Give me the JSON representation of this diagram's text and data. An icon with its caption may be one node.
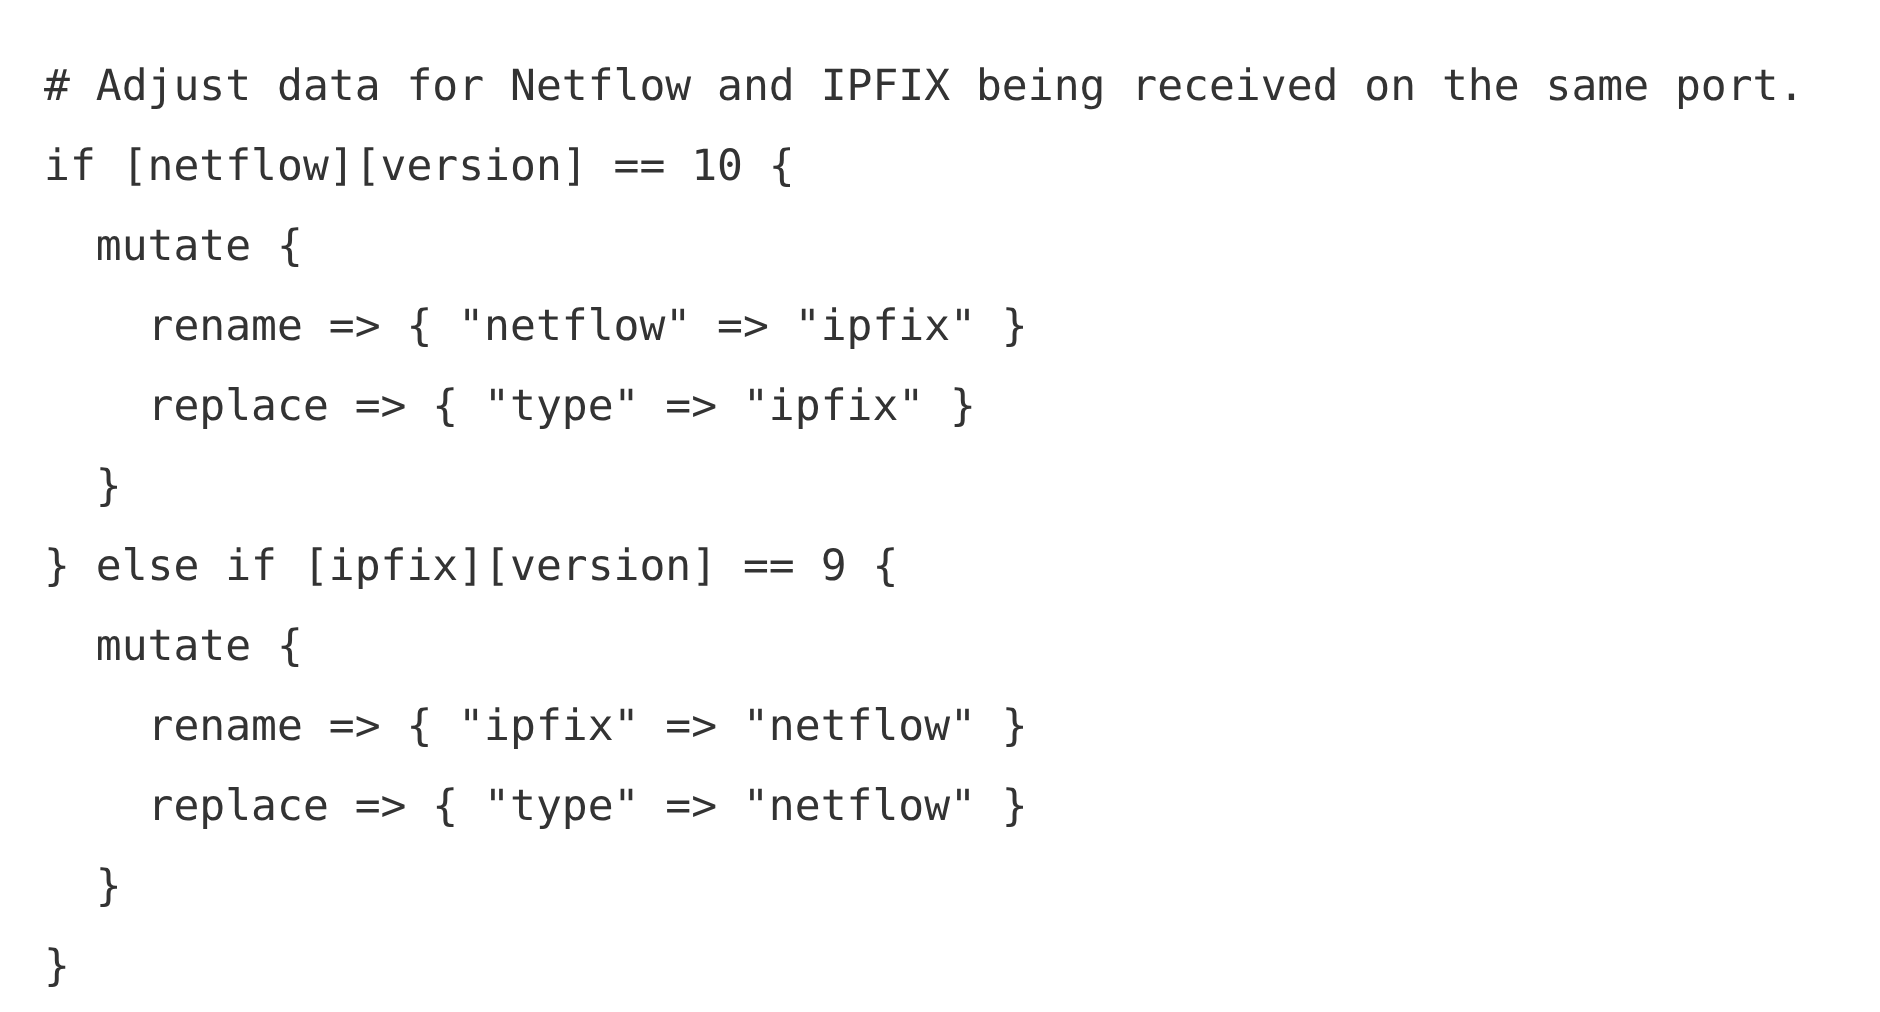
{
  "diagram": {
    "labels": [
      "# Adjust data for Netflow and IPFIX being received on the same port.",
      "if [netflow][version] == 10 {",
      "  mutate {",
      "    rename => { \"netflow\" => \"ipfix\" }",
      "    replace => { \"type\" => \"ipfix\" }",
      "  }",
      "} else if [ipfix][version] == 9 {",
      "  mutate {",
      "    rename => { \"ipfix\" => \"netflow\" }",
      "    replace => { \"type\" => \"netflow\" }",
      "  }",
      "}"
    ]
  }
}
